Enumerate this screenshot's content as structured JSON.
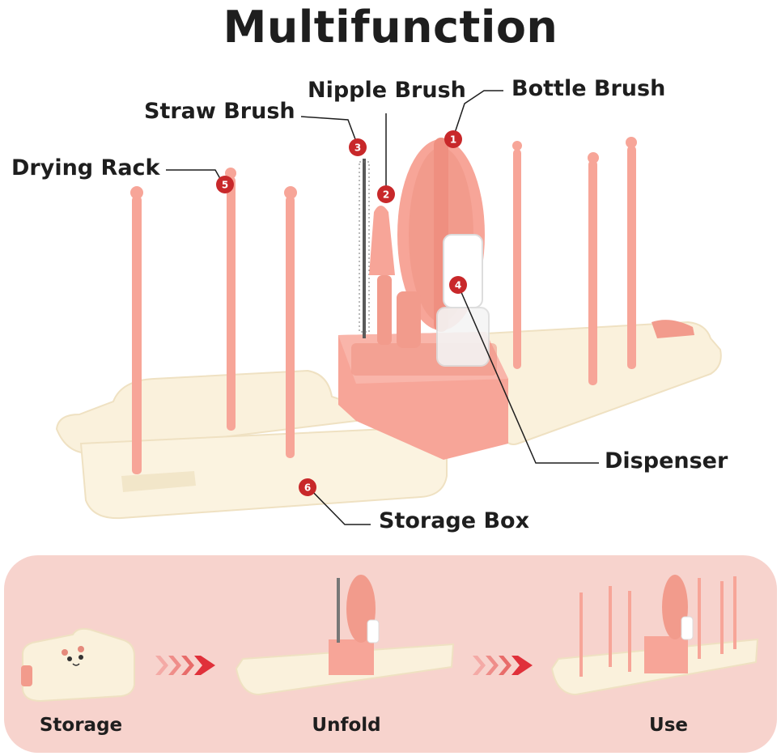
{
  "title": "Multifunction",
  "callouts": [
    {
      "number": "1",
      "label": "Bottle Brush"
    },
    {
      "number": "2",
      "label": "Nipple Brush"
    },
    {
      "number": "3",
      "label": "Straw Brush"
    },
    {
      "number": "4",
      "label": "Dispenser"
    },
    {
      "number": "5",
      "label": "Drying Rack"
    },
    {
      "number": "6",
      "label": "Storage Box"
    }
  ],
  "stages": [
    {
      "label": "Storage"
    },
    {
      "label": "Unfold"
    },
    {
      "label": "Use"
    }
  ],
  "colors": {
    "tray": "#faf1dc",
    "tray_shadow": "#efe1c2",
    "pink": "#f7a598",
    "pink_dark": "#ef8f80",
    "badge": "#c8282a",
    "panel": "#f7d3cd",
    "arrow": "#e0303a"
  }
}
